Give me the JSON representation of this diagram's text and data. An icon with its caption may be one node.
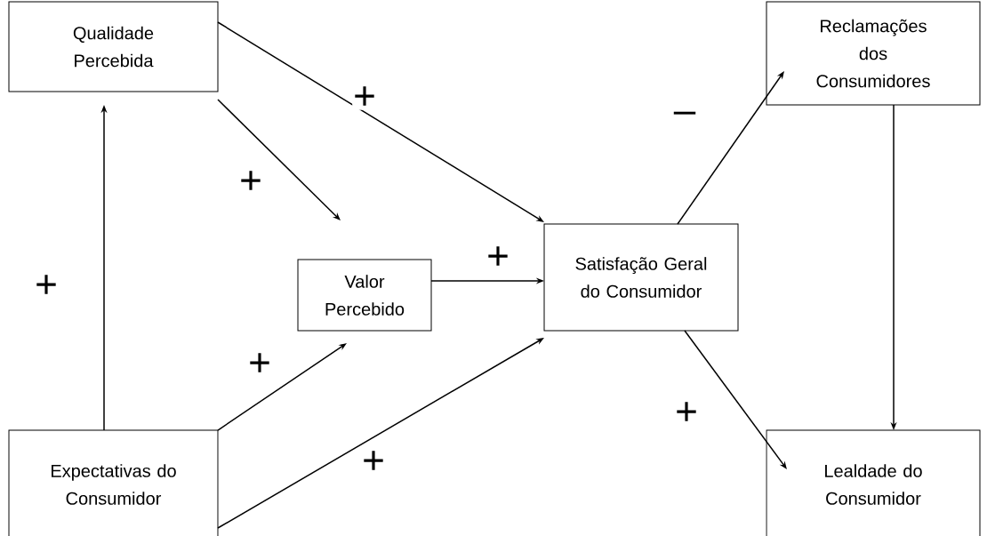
{
  "diagram": {
    "nodes": [
      {
        "text": [
          "Qualidade Percebida"
        ]
      },
      {
        "text": [
          "Reclamações dos Consumidores"
        ]
      },
      {
        "text": [
          "Valor Percebido"
        ]
      },
      {
        "text": [
          "Satisfação Geral do Consumidor"
        ]
      },
      {
        "text": [
          "Expectativas do Consumidor"
        ]
      },
      {
        "text": [
          "Lealdade do Consumidor"
        ]
      }
    ],
    "edges": [
      {
        "from": 0,
        "to": 3,
        "arrow": "to",
        "label": "+"
      },
      {
        "from": 0,
        "to": 2,
        "arrow": "to",
        "label": "+"
      },
      {
        "from": 4,
        "to": 0,
        "arrow": "to",
        "label": "+"
      },
      {
        "from": 2,
        "to": 3,
        "arrow": "to",
        "label": "+"
      },
      {
        "from": 4,
        "to": 2,
        "arrow": "to",
        "label": "+"
      },
      {
        "from": 4,
        "to": 3,
        "arrow": "to",
        "label": "+"
      },
      {
        "from": 3,
        "to": 1,
        "arrow": "to",
        "label": "–"
      },
      {
        "from": 3,
        "to": 5,
        "arrow": "to",
        "label": "+"
      },
      {
        "from": 1,
        "to": 5,
        "arrow": "to"
      }
    ]
  }
}
